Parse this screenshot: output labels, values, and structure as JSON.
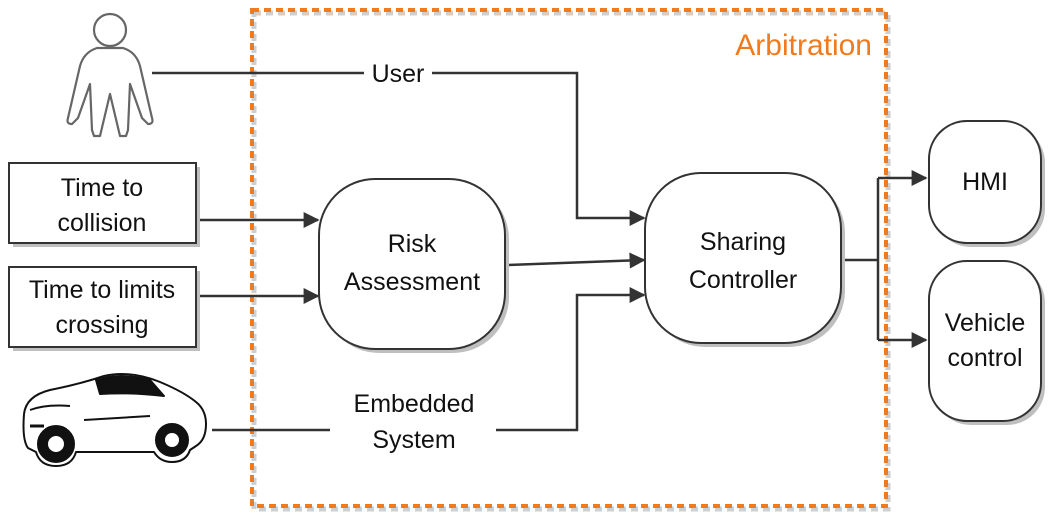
{
  "region": {
    "title": "Arbitration",
    "accent_color": "#F07A1E"
  },
  "inputs": {
    "user": {
      "label": "User",
      "icon": "person-outline-icon"
    },
    "ttc": {
      "line1": "Time to",
      "line2": "collision"
    },
    "ttlc": {
      "line1": "Time to limits",
      "line2": "crossing"
    },
    "embedded": {
      "line1": "Embedded",
      "line2": "System",
      "icon": "sports-car-icon"
    }
  },
  "blocks": {
    "risk": {
      "line1": "Risk",
      "line2": "Assessment"
    },
    "sharing": {
      "line1": "Sharing",
      "line2": "Controller"
    }
  },
  "outputs": {
    "hmi": {
      "label": "HMI"
    },
    "vehicle": {
      "line1": "Vehicle",
      "line2": "control"
    }
  }
}
